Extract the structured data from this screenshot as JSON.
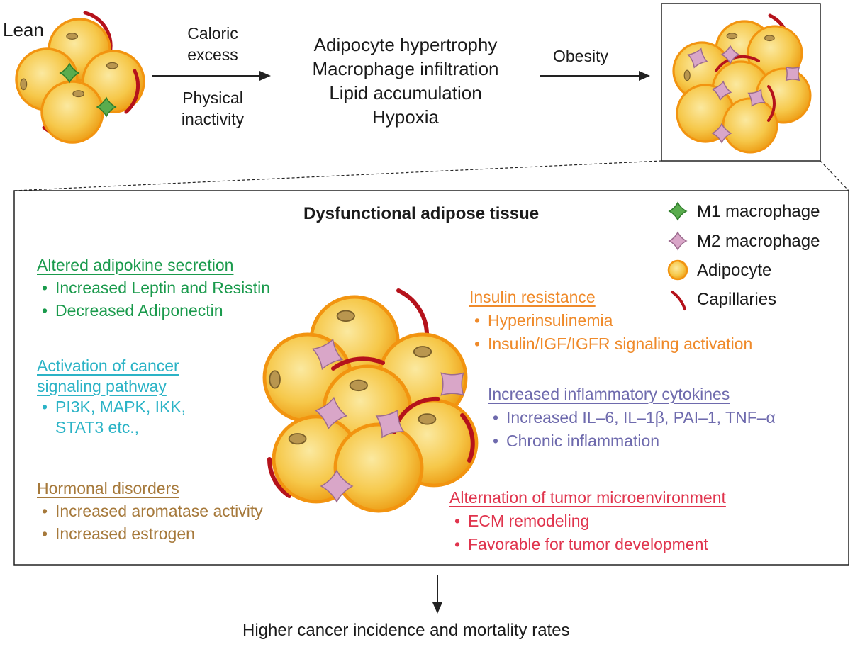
{
  "top": {
    "lean_label": "Lean",
    "arrow1_above": [
      "Caloric",
      "excess"
    ],
    "arrow1_below": [
      "Physical",
      "inactivity"
    ],
    "changes": [
      "Adipocyte hypertrophy",
      "Macrophage infiltration",
      "Lipid accumulation",
      "Hypoxia"
    ],
    "arrow2_label": "Obesity"
  },
  "panel": {
    "title": "Dysfunctional adipose tissue",
    "legend": [
      {
        "label": "M1 macrophage",
        "icon": "m1-macrophage-icon",
        "color": "#5aac4e"
      },
      {
        "label": "M2 macrophage",
        "icon": "m2-macrophage-icon",
        "color": "#d9a6c8"
      },
      {
        "label": "Adipocyte",
        "icon": "adipocyte-icon",
        "color": "#f6bd3a"
      },
      {
        "label": "Capillaries",
        "icon": "capillary-icon",
        "color": "#b5121b"
      }
    ],
    "groups": {
      "adipokine": {
        "title": "Altered adipokine secretion",
        "color": "#1a9a4c",
        "items": [
          "Increased Leptin and Resistin",
          "Decreased Adiponectin"
        ]
      },
      "signaling": {
        "title_lines": [
          "Activation of cancer",
          "signaling pathway"
        ],
        "color": "#2bb3c6",
        "items": [
          "PI3K, MAPK, IKK,",
          "STAT3 etc.,"
        ]
      },
      "hormonal": {
        "title": "Hormonal disorders",
        "color": "#a6793b",
        "items": [
          "Increased aromatase activity",
          "Increased estrogen"
        ]
      },
      "insulin": {
        "title": "Insulin resistance",
        "color": "#ef8a2a",
        "items": [
          "Hyperinsulinemia",
          "Insulin/IGF/IGFR signaling activation"
        ]
      },
      "cytokines": {
        "title": "Increased inflammatory cytokines",
        "color": "#6e6aad",
        "items": [
          "Increased IL–6, IL–1β, PAI–1, TNF–α",
          "Chronic inflammation"
        ]
      },
      "tumor": {
        "title": "Alternation of tumor microenvironment",
        "color": "#e0344d",
        "items": [
          "ECM remodeling",
          "Favorable for tumor development"
        ]
      }
    }
  },
  "outcome": "Higher cancer incidence and mortality rates"
}
